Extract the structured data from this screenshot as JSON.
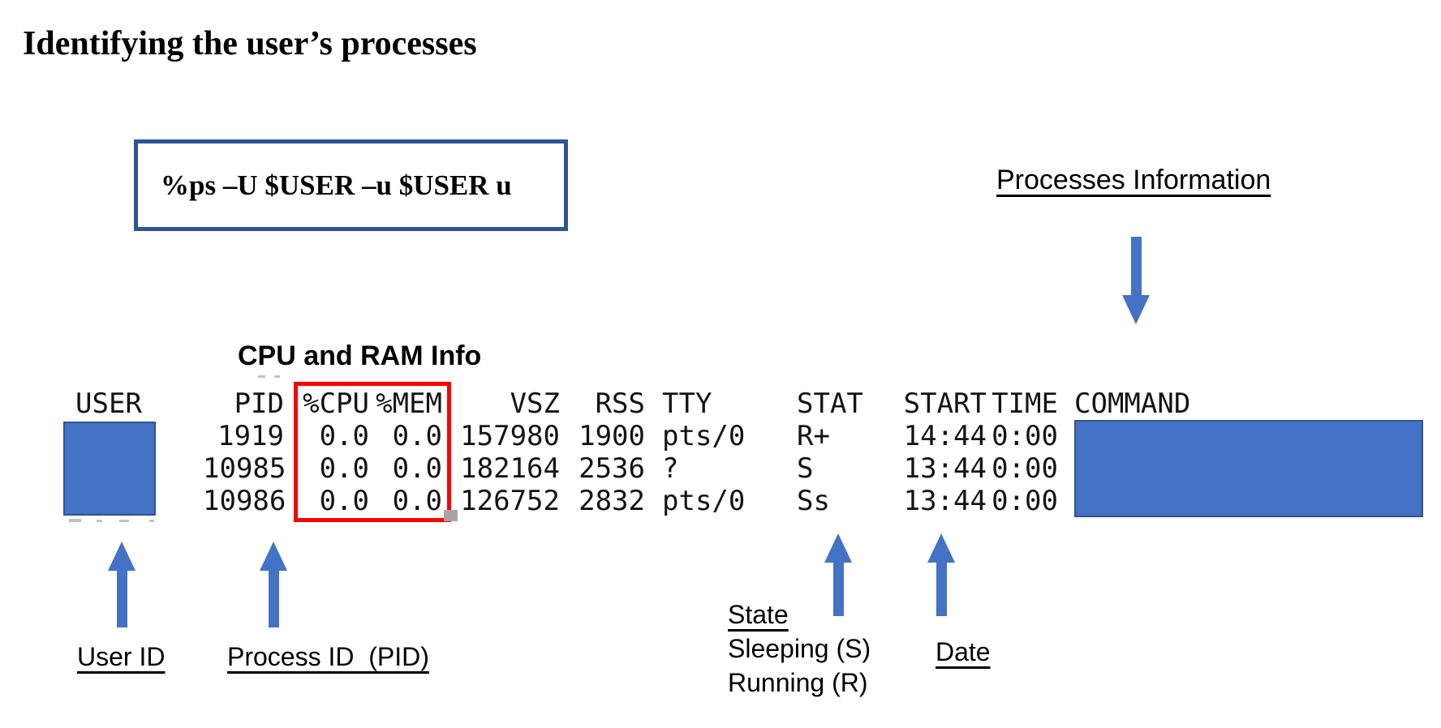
{
  "title": "Identifying the user’s processes",
  "command_box": {
    "command": "%ps –U $USER –u $USER u"
  },
  "annotations": {
    "processes_information": "Processes Information",
    "cpu_ram_info": "CPU and RAM Info",
    "user_id": "User ID",
    "process_id": "Process ID  (PID)",
    "state_title": "State",
    "state_sleeping": "Sleeping (S)",
    "state_running": "Running (R)",
    "date": "Date"
  },
  "ps_table": {
    "headers": [
      "USER",
      "PID",
      "%CPU",
      "%MEM",
      "VSZ",
      "RSS",
      "TTY",
      "STAT",
      "START",
      "TIME",
      "COMMAND"
    ],
    "rows": [
      {
        "user": "",
        "pid": "1919",
        "cpu": "0.0",
        "mem": "0.0",
        "vsz": "157980",
        "rss": "1900",
        "tty": "pts/0",
        "stat": "R+",
        "start": "14:44",
        "time": "0:00",
        "command": ""
      },
      {
        "user": "",
        "pid": "10985",
        "cpu": "0.0",
        "mem": "0.0",
        "vsz": "182164",
        "rss": "2536",
        "tty": "?",
        "stat": "S",
        "start": "13:44",
        "time": "0:00",
        "command": ""
      },
      {
        "user": "",
        "pid": "10986",
        "cpu": "0.0",
        "mem": "0.0",
        "vsz": "126752",
        "rss": "2832",
        "tty": "pts/0",
        "stat": "Ss",
        "start": "13:44",
        "time": "0:00",
        "command": ""
      }
    ]
  },
  "colors": {
    "arrow_blue": "#4472C4",
    "redaction_fill_blue": "#4472C4",
    "command_box_border_blue": "#2F5496",
    "highlight_red": "#FF0000",
    "handle_gray": "#A6A6A6",
    "background": "#FFFFFF",
    "text": "#000000"
  }
}
